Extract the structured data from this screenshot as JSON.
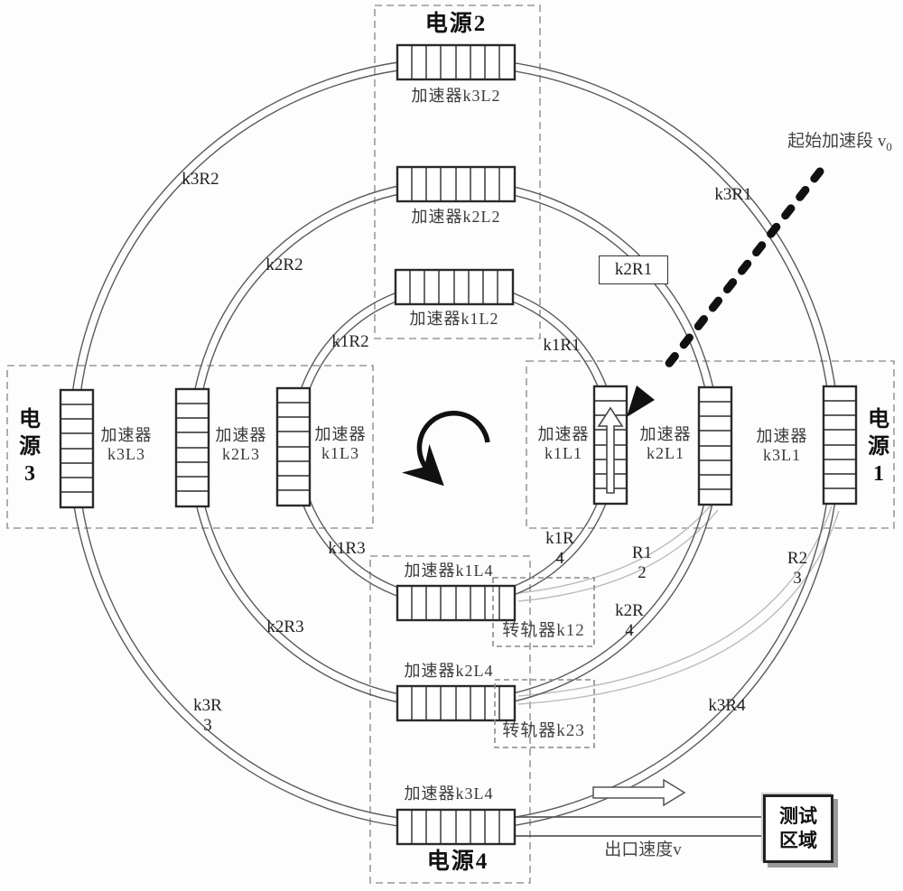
{
  "diagram_type": "concentric multi-ring electromagnetic accelerator schematic",
  "colors": {
    "ring_track": "#5a5a5a",
    "light_transition_track": "#bcbcbc",
    "dashed_box": "#9a9a9a",
    "ink": "#1a1a1a",
    "coil_fill": "#ffffff"
  },
  "power_supplies": {
    "ps1": "电源1",
    "ps2": "电源2",
    "ps3": "电源3",
    "ps4": "电源4"
  },
  "accelerators": {
    "k3l2": "加速器k3L2",
    "k2l2": "加速器k2L2",
    "k1l2": "加速器k1L2",
    "k3l3": "加速器\nk3L3",
    "k2l3": "加速器\nk2L3",
    "k1l3": "加速器\nk1L3",
    "k1l1": "加速器\nk1L1",
    "k2l1": "加速器\nk2L1",
    "k3l1": "加速器\nk3L1",
    "k1l4": "加速器k1L4",
    "k2l4": "加速器k2L4",
    "k3l4": "加速器k3L4"
  },
  "switchers": {
    "k12": "转轨器k12",
    "k23": "转轨器k23"
  },
  "arc_segments": {
    "k3r2": "k3R2",
    "k2r2": "k2R2",
    "k1r2": "k1R2",
    "k1r1": "k1R1",
    "k2r1": "k2R1",
    "k3r1": "k3R1",
    "k1r3": "k1R3",
    "k2r3": "k2R3",
    "k3r3": "k3R\n3",
    "k1r4": "k1R\n4",
    "k2r4": "k2R\n4",
    "k3r4": "k3R4",
    "r12": "R1\n2",
    "r23": "R2\n3"
  },
  "annotations": {
    "start_segment": "起始加速段 v",
    "start_segment_sub": "0",
    "exit_speed": "出口速度v",
    "test_area": "测试\n区域"
  }
}
